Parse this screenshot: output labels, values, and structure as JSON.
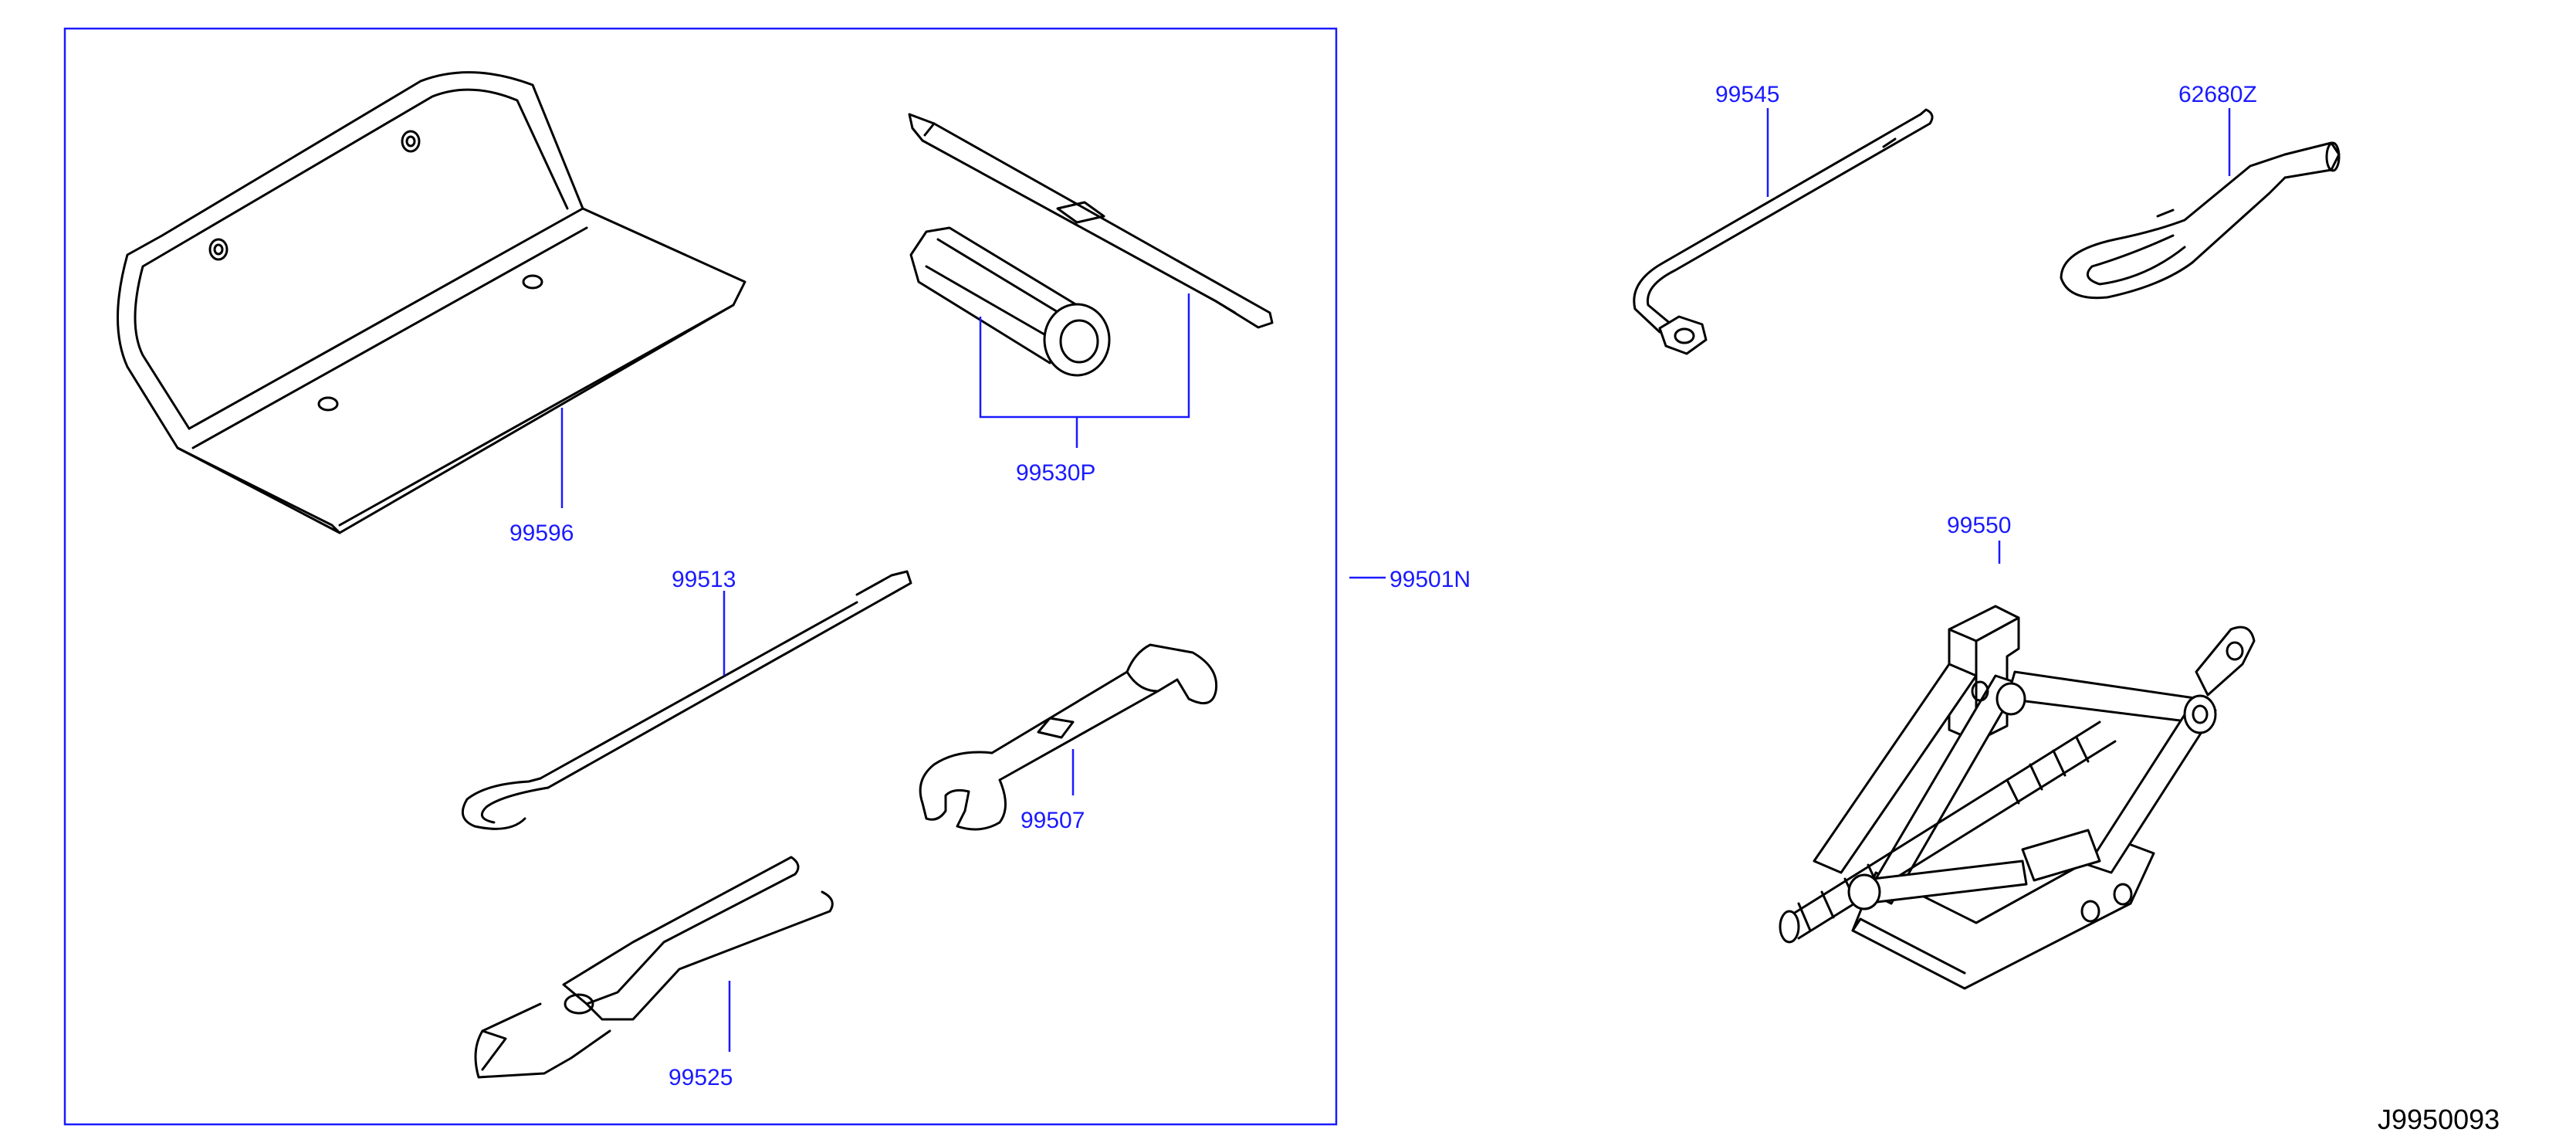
{
  "diagram_id": "J9950093",
  "labels": {
    "tool_bag": "99596",
    "jack_handle_set": "99530P",
    "jack_rod": "99513",
    "tool_kit_group": "99501N",
    "wrench": "99507",
    "pliers": "99525",
    "wheel_nut_wrench": "99545",
    "tow_hook": "62680Z",
    "jack": "99550"
  }
}
